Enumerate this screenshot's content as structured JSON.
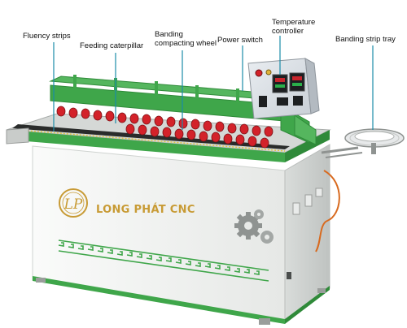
{
  "labels": {
    "fluency_strips": "Fluency strips",
    "feeding_caterpillar": "Feeding caterpillar",
    "banding_wheel_line1": "Banding",
    "banding_wheel_line2": "compacting wheel",
    "power_switch": "Power switch",
    "temp_controller_line1": "Temperature",
    "temp_controller_line2": "controller",
    "banding_strip_tray": "Banding strip tray"
  },
  "brand": {
    "name": "LONG PHÁT CNC",
    "logo_letters": "LP"
  },
  "colors": {
    "machine_green": "#3fa64a",
    "machine_body": "#f4f5f3",
    "roller_red": "#d3222a",
    "brand_gold": "#c89b35",
    "control_panel": "#d8dde3",
    "label_text": "#111111",
    "leader_line": "#1a8ca8"
  },
  "icons": [
    "gears-icon",
    "lp-logo-icon",
    "greek-key-border"
  ]
}
